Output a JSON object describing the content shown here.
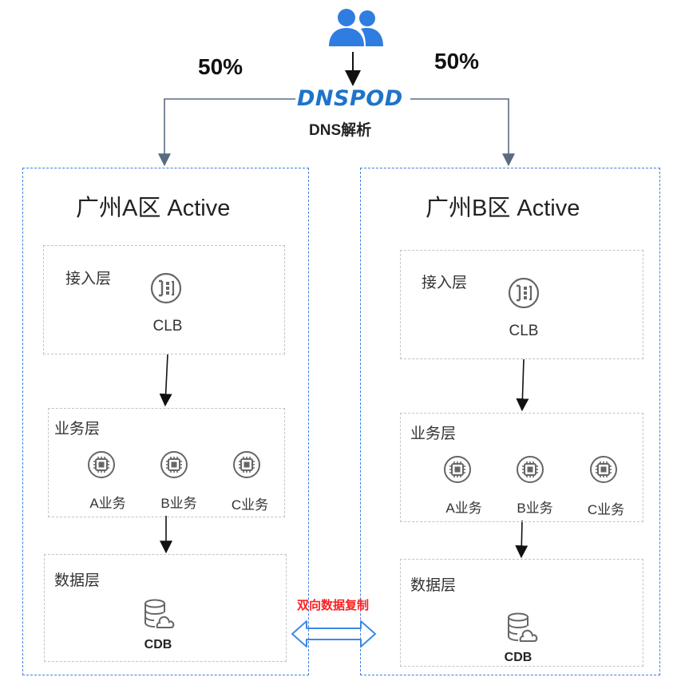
{
  "split": {
    "left_pct": "50%",
    "right_pct": "50%"
  },
  "dns": {
    "logo": "DNSPOD",
    "label": "DNS解析"
  },
  "regions": [
    {
      "title": "广州A区 Active",
      "access": {
        "label": "接入层",
        "clb": "CLB"
      },
      "business": {
        "label": "业务层",
        "services": [
          "A业务",
          "B业务",
          "C业务"
        ]
      },
      "data": {
        "label": "数据层",
        "cdb": "CDB"
      }
    },
    {
      "title": "广州B区 Active",
      "access": {
        "label": "接入层",
        "clb": "CLB"
      },
      "business": {
        "label": "业务层",
        "services": [
          "A业务",
          "B业务",
          "C业务"
        ]
      },
      "data": {
        "label": "数据层",
        "cdb": "CDB"
      }
    }
  ],
  "replication": {
    "label": "双向数据复制"
  },
  "icons": {
    "users": "users-icon",
    "clb": "load-balancer-icon",
    "service": "cpu-chip-icon",
    "cdb": "database-cloud-icon"
  },
  "colors": {
    "region_border": "#3d7fe0",
    "layer_border": "#c4c4c4",
    "users_icon": "#2f7de1",
    "dns_logo": "#1e74c8",
    "replication_label": "#ff2020",
    "replication_arrow": "#3d8ae6"
  }
}
